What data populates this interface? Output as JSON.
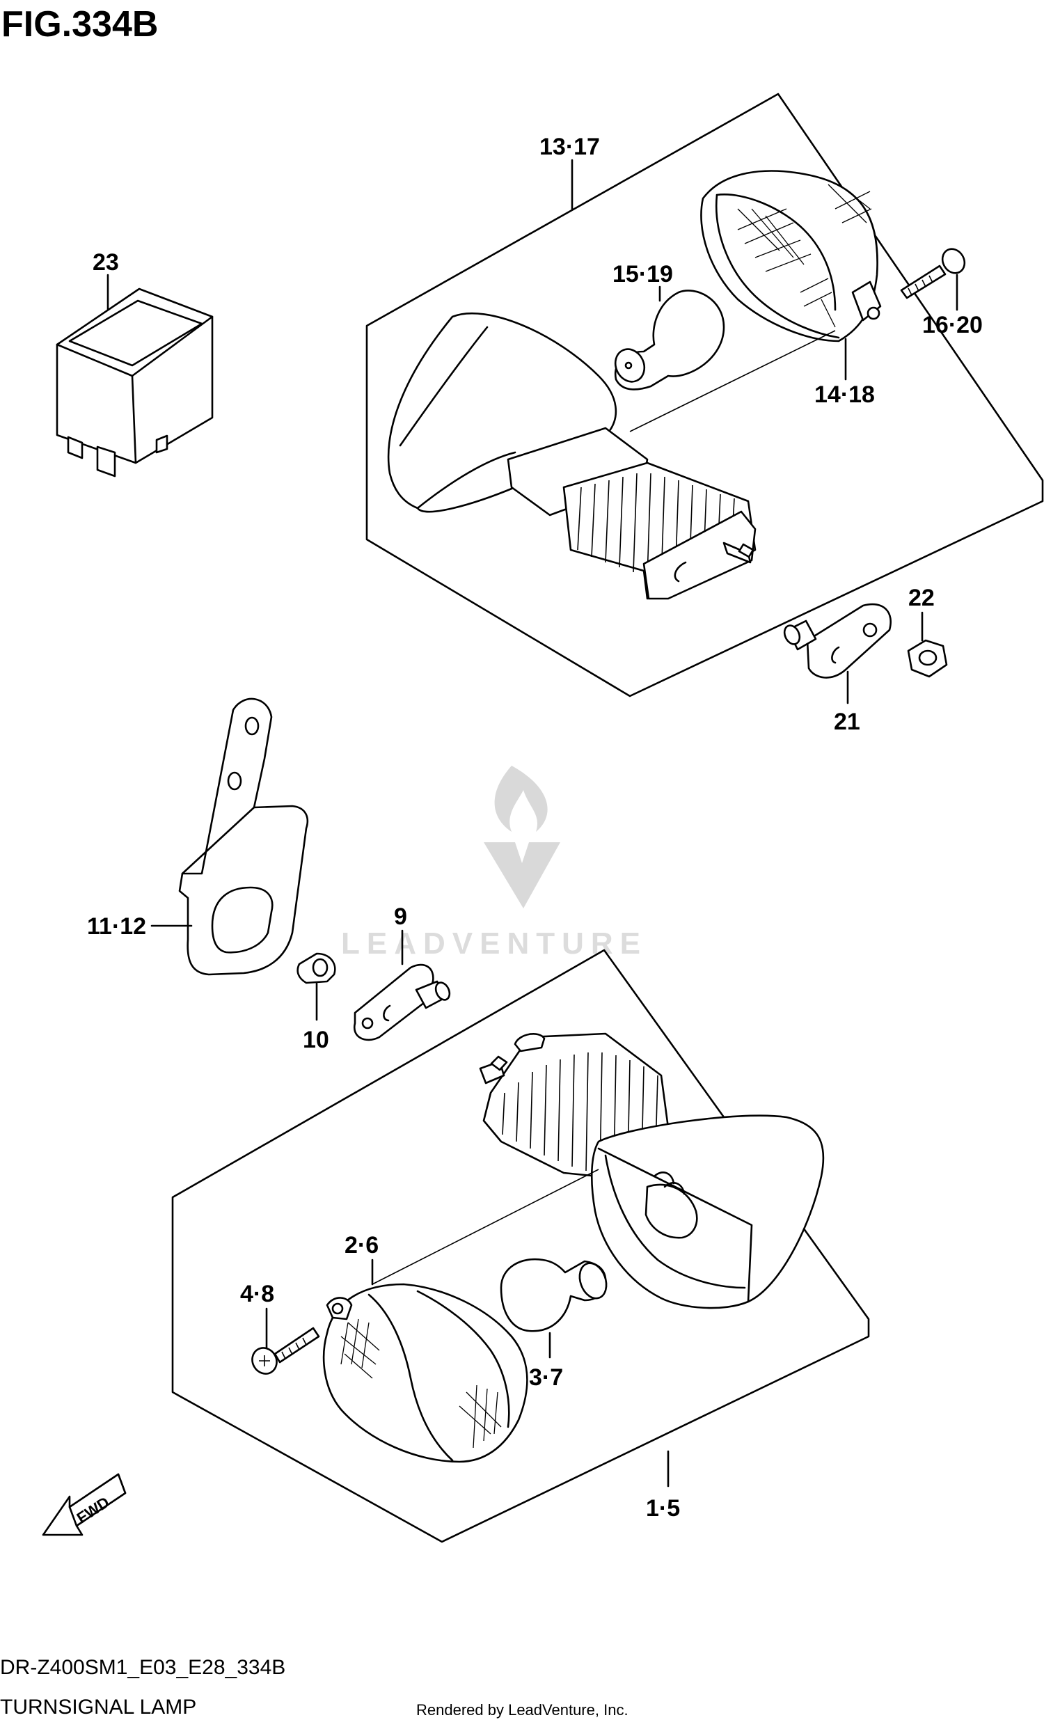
{
  "figure": {
    "title": "FIG.334B",
    "code": "DR-Z400SM1_E03_E28_334B",
    "caption": "TURNSIGNAL LAMP",
    "rendered_by": "Rendered by LeadVenture, Inc.",
    "watermark": "LEADVENTURE",
    "fwd": "FWD"
  },
  "callouts": {
    "c13_17": "13·17",
    "c23": "23",
    "c15_19": "15·19",
    "c16_20": "16·20",
    "c14_18": "14·18",
    "c22": "22",
    "c21": "21",
    "c11_12": "11·12",
    "c9": "9",
    "c10": "10",
    "c2_6": "2·6",
    "c4_8": "4·8",
    "c3_7": "3·7",
    "c1_5": "1·5"
  }
}
